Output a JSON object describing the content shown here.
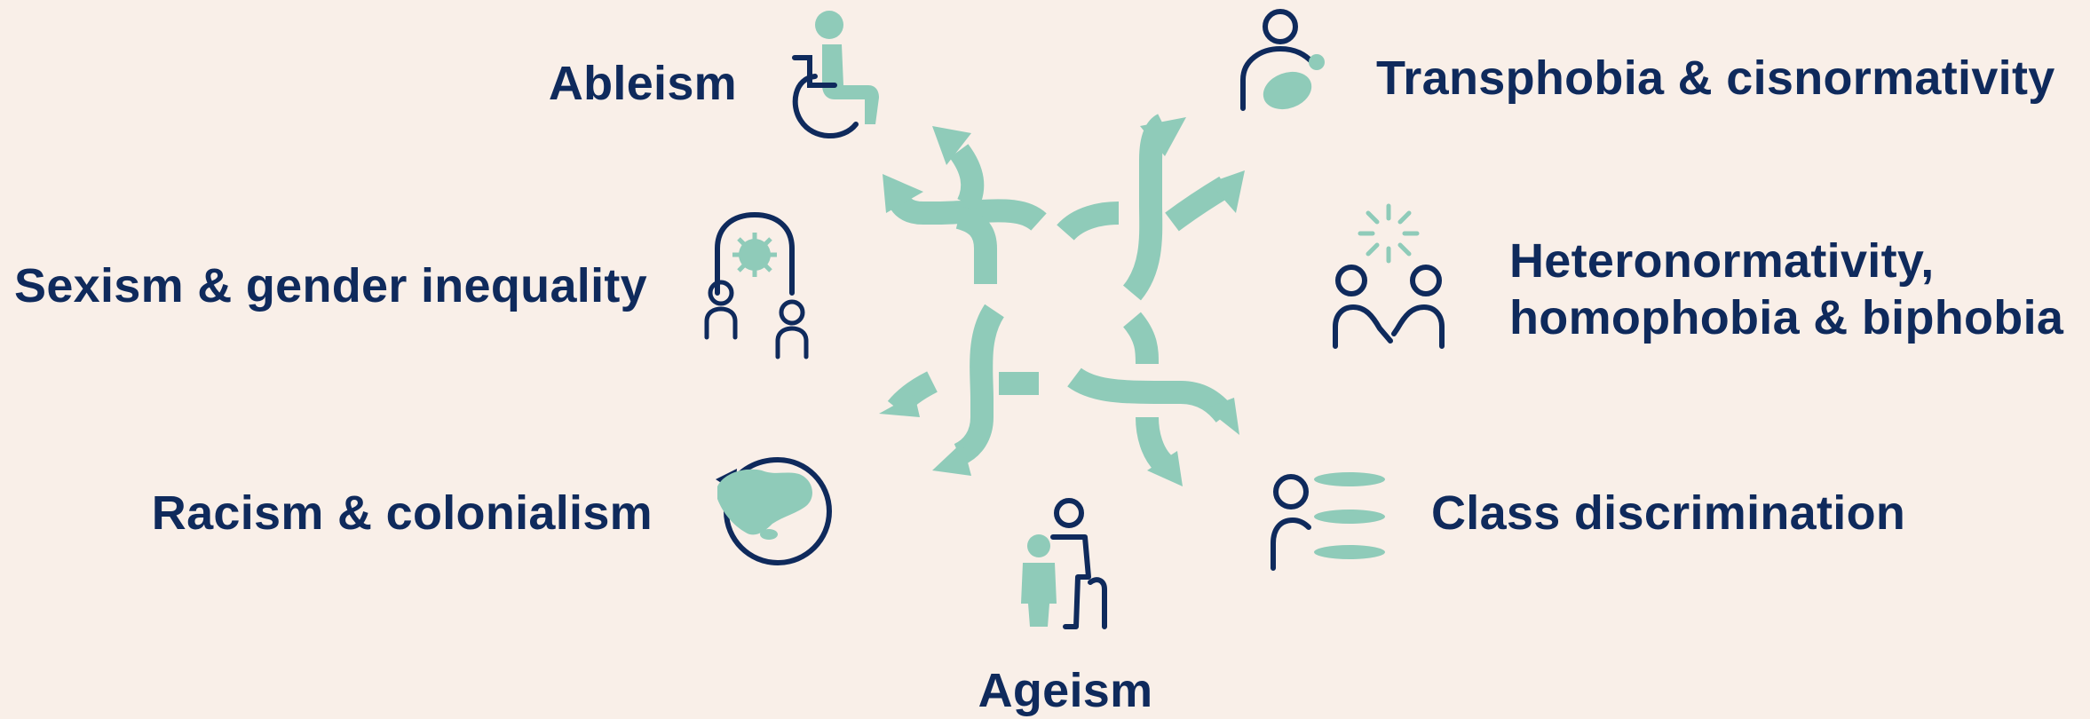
{
  "labels": {
    "ableism": "Ableism",
    "transphobia": "Transphobia & cisnormativity",
    "sexism": "Sexism & gender inequality",
    "hetero_line1": "Heteronormativity,",
    "hetero_line2": "homophobia & biphobia",
    "racism": "Racism & colonialism",
    "class": "Class discrimination",
    "ageism": "Ageism"
  },
  "colors": {
    "background": "#f9efe8",
    "navy": "#0f2a5c",
    "mint": "#8fcbb9"
  },
  "icons": {
    "ableism": "wheelchair-user-icon",
    "transphobia": "person-with-shapes-icon",
    "sexism": "two-people-with-symbol-icon",
    "heteronormativity": "two-people-with-sparkle-icon",
    "racism": "globe-with-arrow-icon",
    "class": "person-with-stacked-ovals-icon",
    "ageism": "adult-and-elder-with-cane-icon",
    "center": "interwoven-arrows-icon"
  }
}
